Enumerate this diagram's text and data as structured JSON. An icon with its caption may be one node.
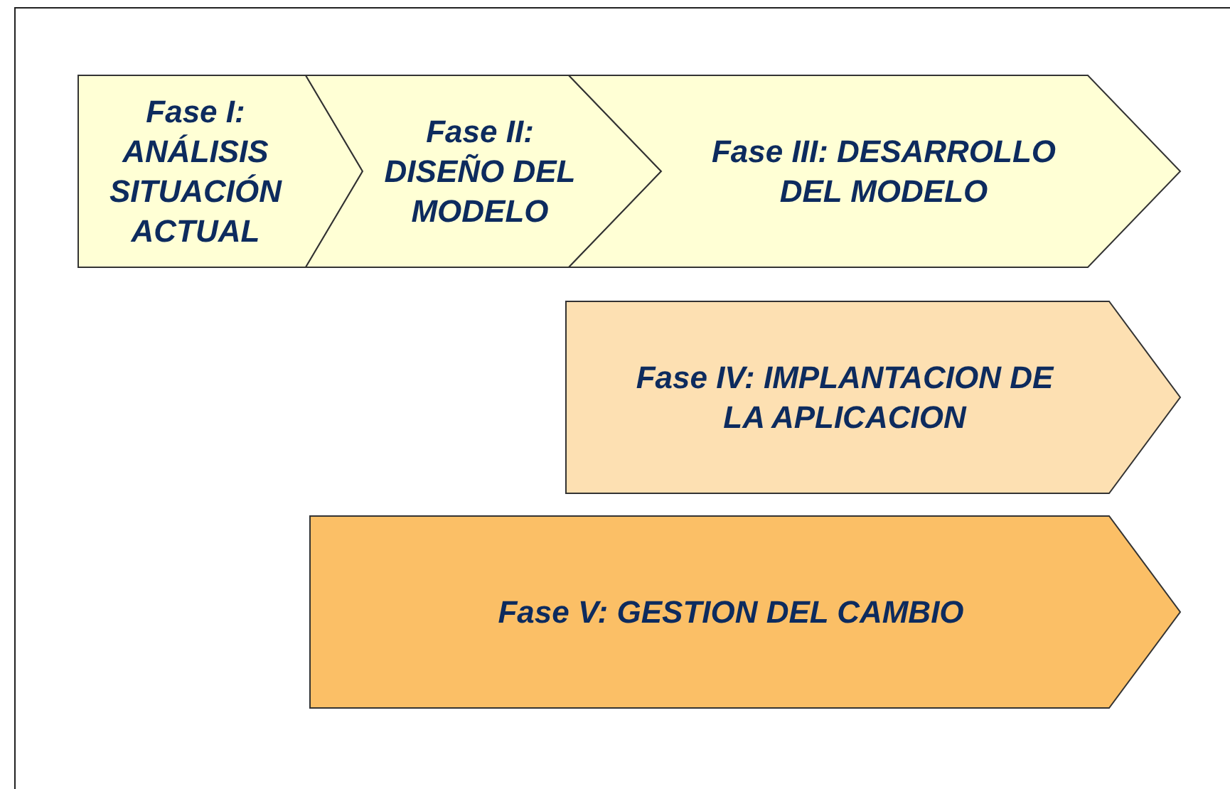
{
  "diagram": {
    "nodes": [
      {
        "text": [
          "Fase I: ANÁLISIS SITUACIÓN ACTUAL"
        ]
      },
      {
        "text": [
          "Fase II: DISEÑO DEL MODELO"
        ]
      },
      {
        "text": [
          "Fase III: DESARROLLO DEL MODELO"
        ]
      },
      {
        "text": [
          "Fase IV: IMPLANTACION DE LA APLICACION"
        ]
      },
      {
        "text": [
          "Fase V: GESTION DEL CAMBIO"
        ]
      }
    ]
  }
}
